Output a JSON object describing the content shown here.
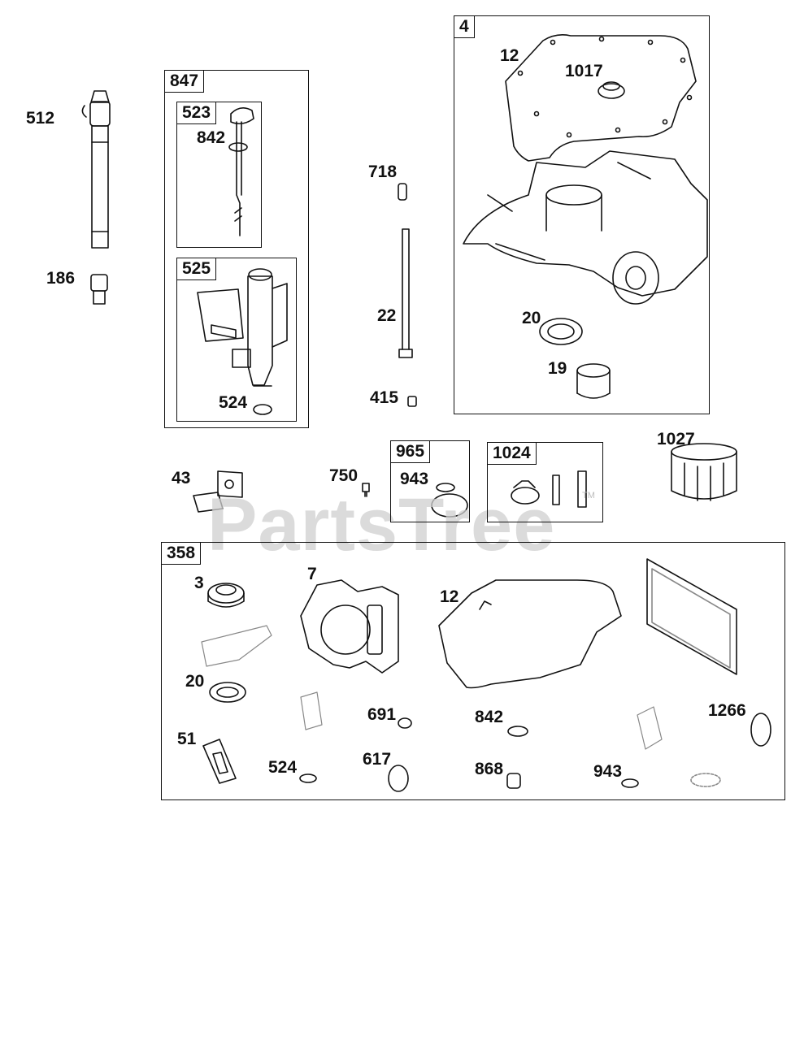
{
  "watermark": {
    "text": "PartsTree",
    "trademark": "TM"
  },
  "kits": {
    "k847": "847",
    "k523": "523",
    "k525": "525",
    "k4": "4",
    "k965": "965",
    "k1024": "1024",
    "k358": "358"
  },
  "parts": {
    "p512": "512",
    "p186": "186",
    "p842a": "842",
    "p524a": "524",
    "p718": "718",
    "p22": "22",
    "p415": "415",
    "p12a": "12",
    "p1017": "1017",
    "p20a": "20",
    "p19": "19",
    "p43": "43",
    "p750": "750",
    "p943a": "943",
    "p1027": "1027",
    "p3": "3",
    "p7": "7",
    "p12b": "12",
    "p20b": "20",
    "p691": "691",
    "p842b": "842",
    "p1266": "1266",
    "p51": "51",
    "p524b": "524",
    "p617": "617",
    "p868": "868",
    "p943b": "943"
  }
}
